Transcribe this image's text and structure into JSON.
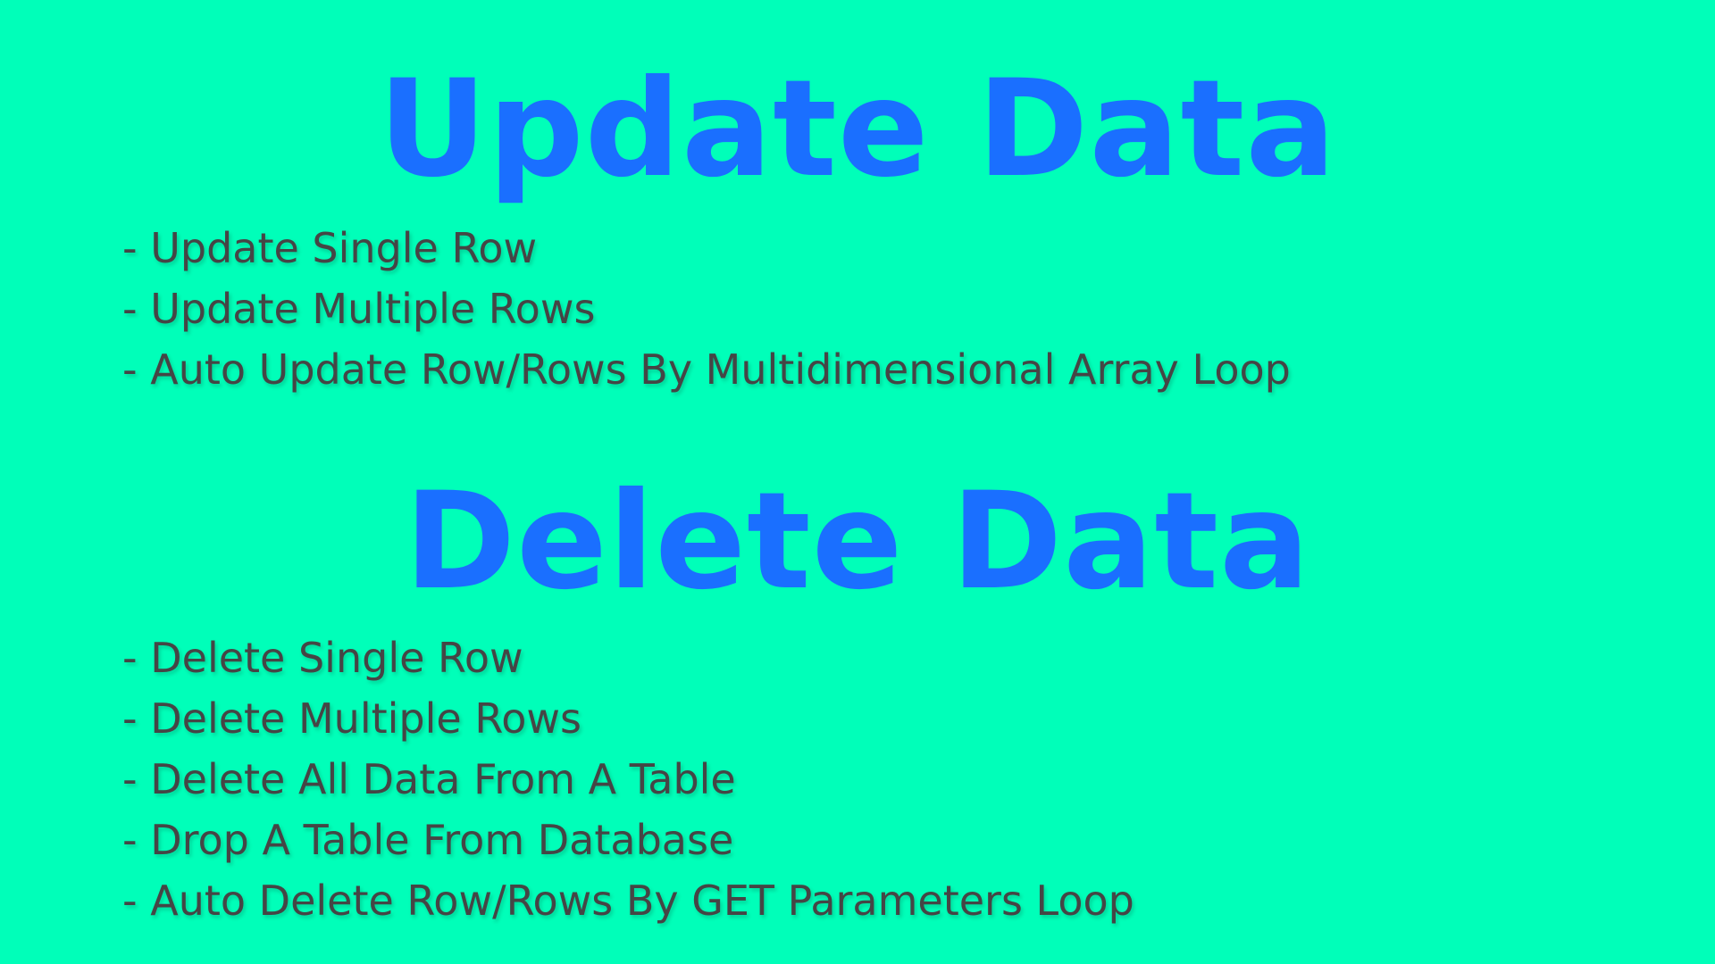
{
  "update": {
    "title": "Update Data",
    "items": [
      "- Update Single Row",
      "- Update Multiple Rows",
      "- Auto Update Row/Rows By Multidimensional Array Loop"
    ]
  },
  "delete": {
    "title": "Delete Data",
    "items": [
      "- Delete Single Row",
      "- Delete Multiple Rows",
      "- Delete All Data From A Table",
      "- Drop A Table From Database",
      "- Auto Delete Row/Rows By GET Parameters Loop"
    ]
  },
  "colors": {
    "background": "#00ffb9",
    "title": "#1a6fff",
    "text": "#454545"
  }
}
